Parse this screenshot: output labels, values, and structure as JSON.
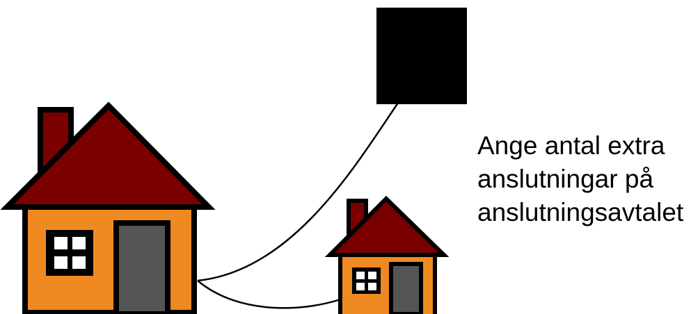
{
  "caption": {
    "lines": [
      "Ange antal extra",
      "anslutningar på",
      "anslutningsavtalet"
    ]
  },
  "colors": {
    "roof": "#7a0000",
    "wall": "#ef8a22",
    "door": "#555555",
    "outline": "#000000",
    "window_glass": "#ffffff",
    "connection_box": "#000000",
    "background": "#ffffff"
  },
  "icons": {
    "main_house": "house-icon",
    "extra_house": "house-icon",
    "connection_point": "connection-box-icon"
  }
}
